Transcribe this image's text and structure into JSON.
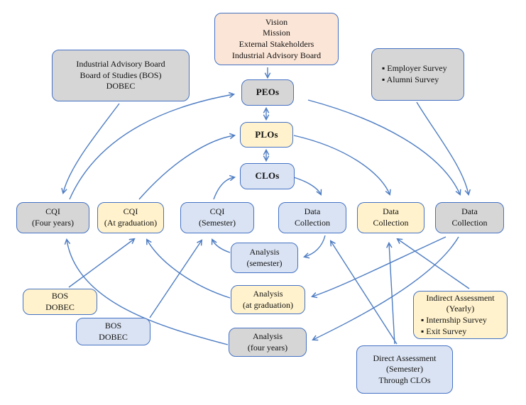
{
  "diagram_title": "PEO-PLO-CLO Continuous Quality Improvement assessment flow",
  "colors": {
    "arrow_blue": "#4e7dc3",
    "border_blue": "#4472C4",
    "peach_fill": "#FBE5D6",
    "gray_fill": "#D6D6D6",
    "cream_fill": "#FFF2CC",
    "light_blue_fill": "#DAE3F3"
  },
  "boxes": {
    "vision": {
      "text": "Vision\nMission\nExternal Stakeholders\nIndustrial Advisory Board"
    },
    "advisory": {
      "text": "Industrial Advisory Board\nBoard of Studies (BOS)\nDOBEC"
    },
    "surveys": {
      "text": "▪   Employer Survey\n▪   Alumni Survey"
    },
    "peos": {
      "text": "PEOs"
    },
    "plos": {
      "text": "PLOs"
    },
    "clos": {
      "text": "CLOs"
    },
    "cqi_four": {
      "text": "CQI\n(Four years)"
    },
    "cqi_grad": {
      "text": "CQI\n(At graduation)"
    },
    "cqi_sem": {
      "text": "CQI\n(Semester)"
    },
    "dc_sem": {
      "text": "Data\nCollection"
    },
    "dc_grad": {
      "text": "Data\nCollection"
    },
    "dc_four": {
      "text": "Data\nCollection"
    },
    "an_sem": {
      "text": "Analysis\n(semester)"
    },
    "an_grad": {
      "text": "Analysis\n(at graduation)"
    },
    "an_four": {
      "text": "Analysis\n(four years)"
    },
    "bos_yellow": {
      "text": "BOS\nDOBEC"
    },
    "bos_blue": {
      "text": "BOS\nDOBEC"
    },
    "indirect": {
      "title": "Indirect Assessment\n(Yearly)",
      "bullets": "▪    Internship Survey\n▪    Exit Survey"
    },
    "direct": {
      "text": "Direct Assessment\n(Semester)\nThrough CLOs"
    }
  },
  "connections": [
    "Vision/Mission box → PEOs",
    "PEOs ↔ PLOs",
    "PLOs ↔ CLOs",
    "Industrial Advisory Board box → CQI (Four years)",
    "CQI (Four years) → PEOs",
    "CQI (At graduation) → PLOs",
    "CQI (Semester) → CLOs",
    "PEOs → Data Collection (gray)",
    "Employer/Alumni Survey box → Data Collection (gray)",
    "PLOs → Data Collection (yellow)",
    "CLOs → Data Collection (blue)",
    "Data Collection (blue) → Analysis (semester)",
    "Data Collection (gray) → Analysis (at graduation)",
    "Data Collection (gray) → Analysis (four years)",
    "Analysis (semester) → CQI (Semester)",
    "Analysis (at graduation) → CQI (At graduation)",
    "Analysis (four years) → CQI (Four years)",
    "BOS DOBEC (yellow) → CQI (At graduation)",
    "BOS DOBEC (blue) → CQI (Semester)",
    "Direct Assessment → Data Collection (blue)",
    "Direct Assessment → Data Collection (yellow)",
    "Indirect Assessment → Data Collection (yellow)"
  ]
}
